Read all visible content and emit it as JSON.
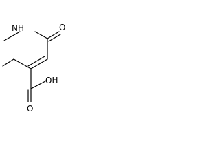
{
  "molecule": {
    "atoms": {
      "nh": "NH",
      "o_amide": "O",
      "o_acid": "O",
      "oh": "OH"
    },
    "colors": {
      "bond": "#000000",
      "text": "#000000"
    }
  }
}
